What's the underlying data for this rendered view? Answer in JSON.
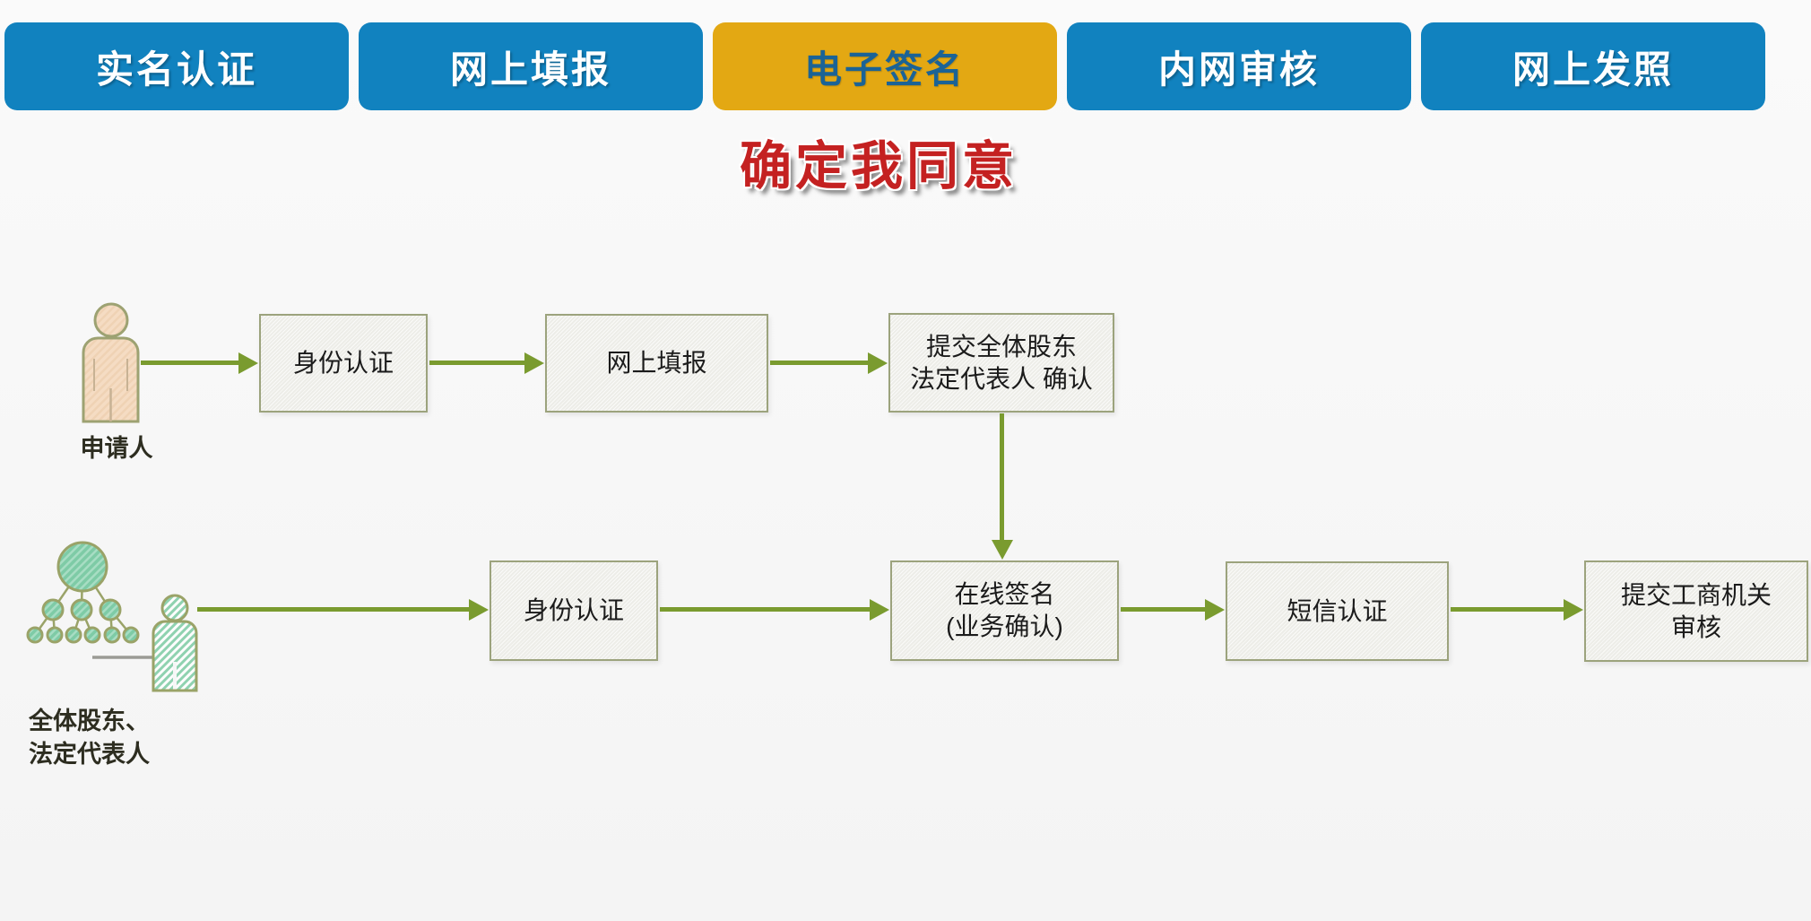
{
  "steps_bar": {
    "tabs": [
      {
        "label": "实名认证",
        "active": false
      },
      {
        "label": "网上填报",
        "active": false
      },
      {
        "label": "电子签名",
        "active": true
      },
      {
        "label": "内网审核",
        "active": false
      },
      {
        "label": "网上发照",
        "active": false
      }
    ]
  },
  "title": "确定我同意",
  "flowchart": {
    "lane_top": {
      "actor": {
        "label": "申请人",
        "icon": "person-icon"
      },
      "boxes": [
        {
          "text": "身份认证"
        },
        {
          "text": "网上填报"
        },
        {
          "line1": "提交全体股东",
          "line2": "法定代表人 确认"
        }
      ]
    },
    "lane_bottom": {
      "actor": {
        "label_line1": "全体股东、",
        "label_line2": "法定代表人",
        "icon": "org-group-icon"
      },
      "boxes": [
        {
          "text": "身份认证"
        },
        {
          "line1": "在线签名",
          "line2": "(业务确认)"
        },
        {
          "text": "短信认证"
        },
        {
          "line1": "提交工商机关",
          "line2": "审核"
        }
      ]
    }
  },
  "colors": {
    "tab_blue": "#1182BF",
    "tab_active_gold": "#E3A813",
    "tab_active_text": "#1B6396",
    "tab_text": "#FFFFFF",
    "title_red": "#C42121",
    "arrow_green": "#7A9B2F",
    "box_border": "#9CA37D",
    "box_fill": "#F2F2ED",
    "applicant_fill": "#F5DCC3",
    "group_fill": "#7ECBA6"
  }
}
